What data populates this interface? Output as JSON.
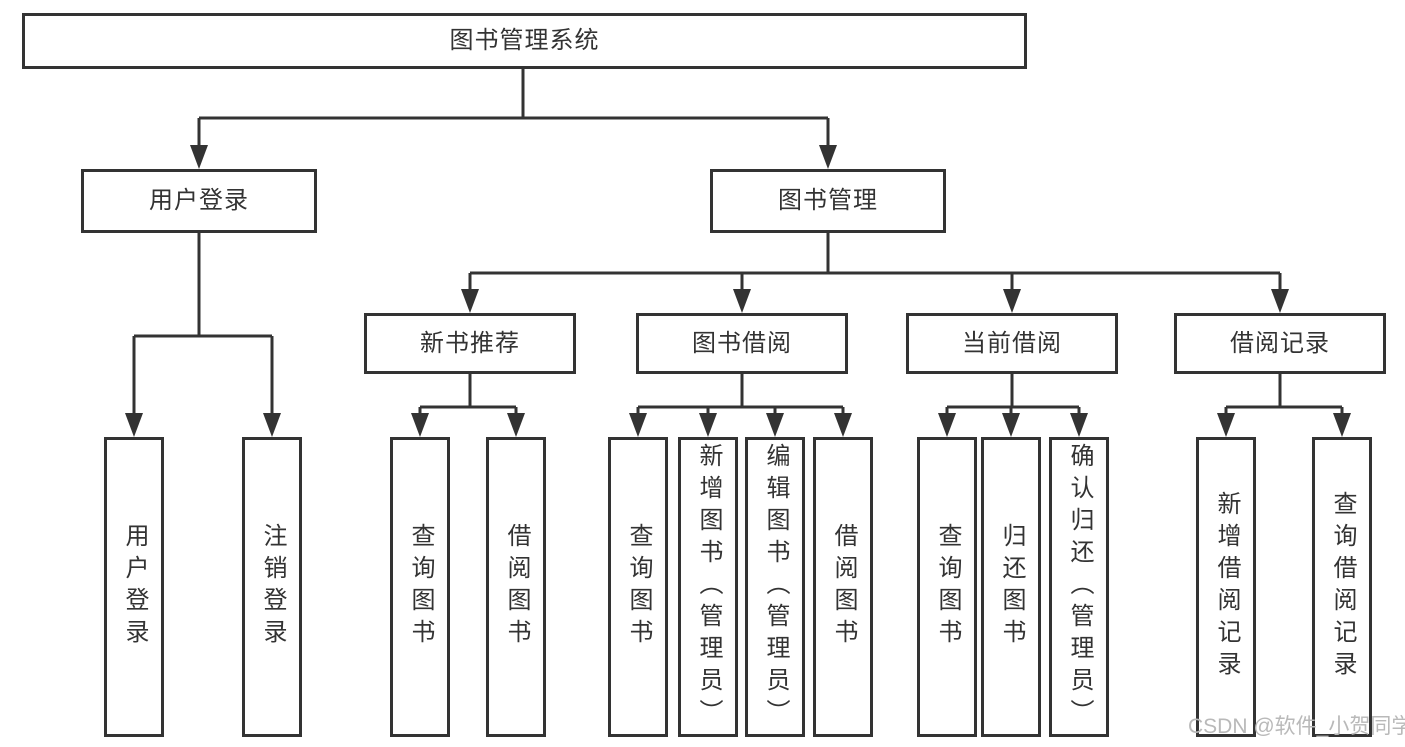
{
  "nodes": {
    "root": {
      "label": "图书管理系统"
    },
    "user_login": {
      "label": "用户登录"
    },
    "book_mgmt": {
      "label": "图书管理"
    },
    "new_books": {
      "label": "新书推荐"
    },
    "book_borrow": {
      "label": "图书借阅"
    },
    "current_borrow": {
      "label": "当前借阅"
    },
    "borrow_records": {
      "label": "借阅记录"
    },
    "leaf_user_login": {
      "label": "用户登录"
    },
    "leaf_logout": {
      "label": "注销登录"
    },
    "leaf_nb_query": {
      "label": "查询图书"
    },
    "leaf_nb_borrow": {
      "label": "借阅图书"
    },
    "leaf_bb_query": {
      "label": "查询图书"
    },
    "leaf_bb_add": {
      "label": "新增图书（管理员）"
    },
    "leaf_bb_edit": {
      "label": "编辑图书（管理员）"
    },
    "leaf_bb_borrow": {
      "label": "借阅图书"
    },
    "leaf_cb_query": {
      "label": "查询图书"
    },
    "leaf_cb_return": {
      "label": "归还图书"
    },
    "leaf_cb_confirm": {
      "label": "确认归还（管理员）"
    },
    "leaf_br_add": {
      "label": "新增借阅记录"
    },
    "leaf_br_query": {
      "label": "查询借阅记录"
    }
  },
  "watermark": "CSDN @软件_小贺同学",
  "colors": {
    "line": "#333333",
    "text": "#333333",
    "box_fill": "#ffffff",
    "background": "#ffffff",
    "watermark": "#b9b9b9"
  }
}
